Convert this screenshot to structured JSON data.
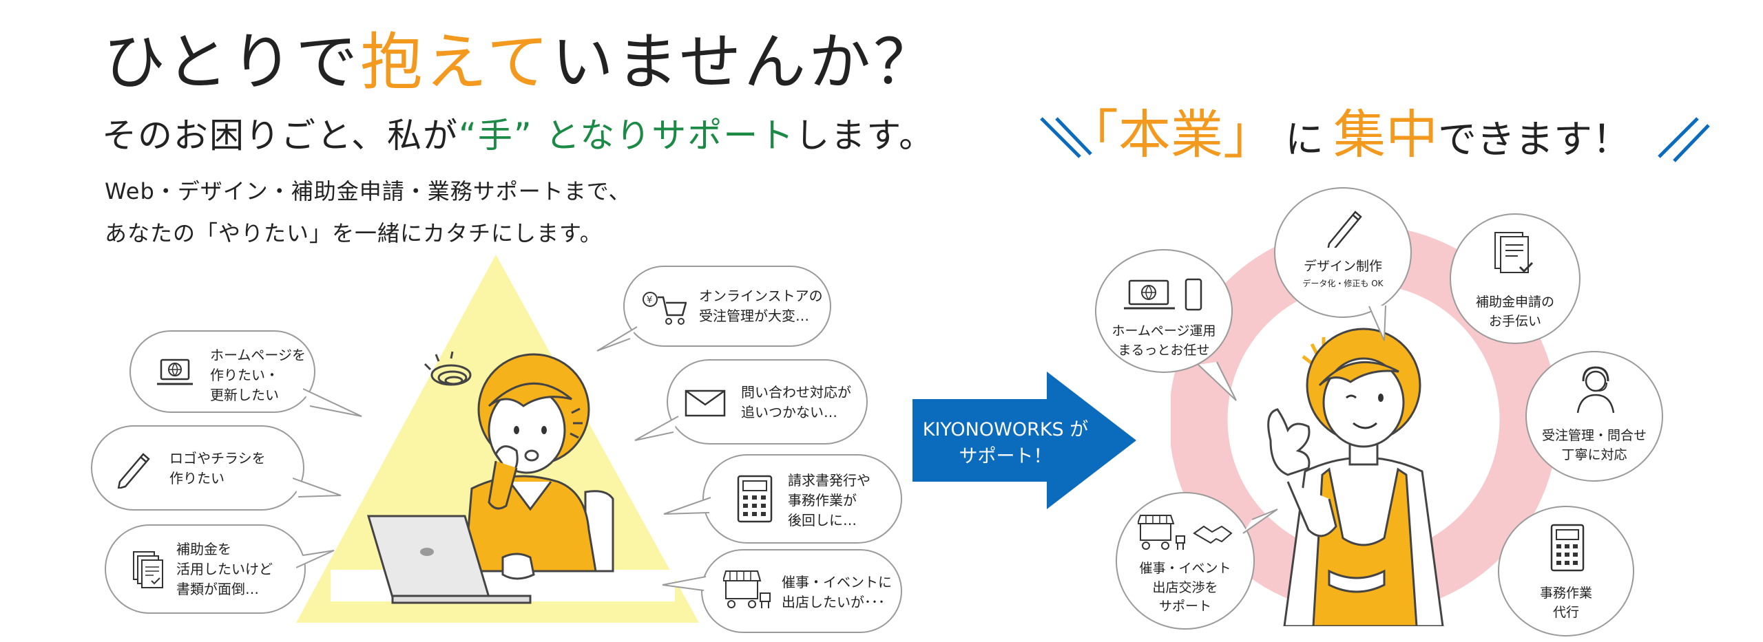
{
  "headline": {
    "part1": "ひとりで",
    "highlight": "抱えて",
    "part2": "いませんか？"
  },
  "subheadline": {
    "part1": "そのお困りごと、私が",
    "highlight": "“手” となりサポート",
    "part2": "します。"
  },
  "intro_lines": [
    "Web・デザイン・補助金申請・業務サポートまで、",
    "あなたの「やりたい」を一緒にカタチにします。"
  ],
  "left_bubbles": [
    {
      "lines": [
        "ホームページを",
        "作りたい・",
        "更新したい"
      ],
      "icon": "laptop-globe-icon"
    },
    {
      "lines": [
        "ロゴやチラシを",
        "作りたい"
      ],
      "icon": "pen-icon"
    },
    {
      "lines": [
        "補助金を",
        "活用したいけど",
        "書類が面倒…"
      ],
      "icon": "documents-icon"
    }
  ],
  "right_bubbles": [
    {
      "lines": [
        "オンラインストアの",
        "受注管理が大変…"
      ],
      "icon": "shopping-cart-icon"
    },
    {
      "lines": [
        "問い合わせ対応が",
        "追いつかない…"
      ],
      "icon": "envelope-icon"
    },
    {
      "lines": [
        "請求書発行や",
        "事務作業が",
        "後回しに…"
      ],
      "icon": "calculator-icon"
    },
    {
      "lines": [
        "催事・イベントに",
        "出店したいが･･･"
      ],
      "icon": "market-stall-icon"
    }
  ],
  "arrow": {
    "lines": [
      "KIYONOWORKS が",
      "サポート！"
    ]
  },
  "headline_right": {
    "open": "「",
    "word1": "本業",
    "close": "」",
    "mid": "に",
    "word2": "集中",
    "end": "できます！"
  },
  "services": [
    {
      "lines": [
        "ホームページ運用",
        "まるっとお任せ"
      ],
      "icon": "laptop-phone-icon"
    },
    {
      "lines": [
        "デザイン制作"
      ],
      "small": "データ化・修正も OK",
      "icon": "pen-icon"
    },
    {
      "lines": [
        "補助金申請の",
        "お手伝い"
      ],
      "icon": "checklist-icon"
    },
    {
      "lines": [
        "受注管理・問合せ",
        "丁寧に対応"
      ],
      "icon": "headset-icon"
    },
    {
      "lines": [
        "事務作業",
        "代行"
      ],
      "icon": "calculator-icon"
    },
    {
      "lines": [
        "催事・イベント",
        "出店交渉を",
        "サポート"
      ],
      "icon": "stall-handshake-icon"
    }
  ],
  "colors": {
    "orange": "#f39a1e",
    "green": "#1a8a45",
    "blue": "#0b6bbd",
    "triangle": "#fbf5a6",
    "ring": "#f8c9cc"
  }
}
